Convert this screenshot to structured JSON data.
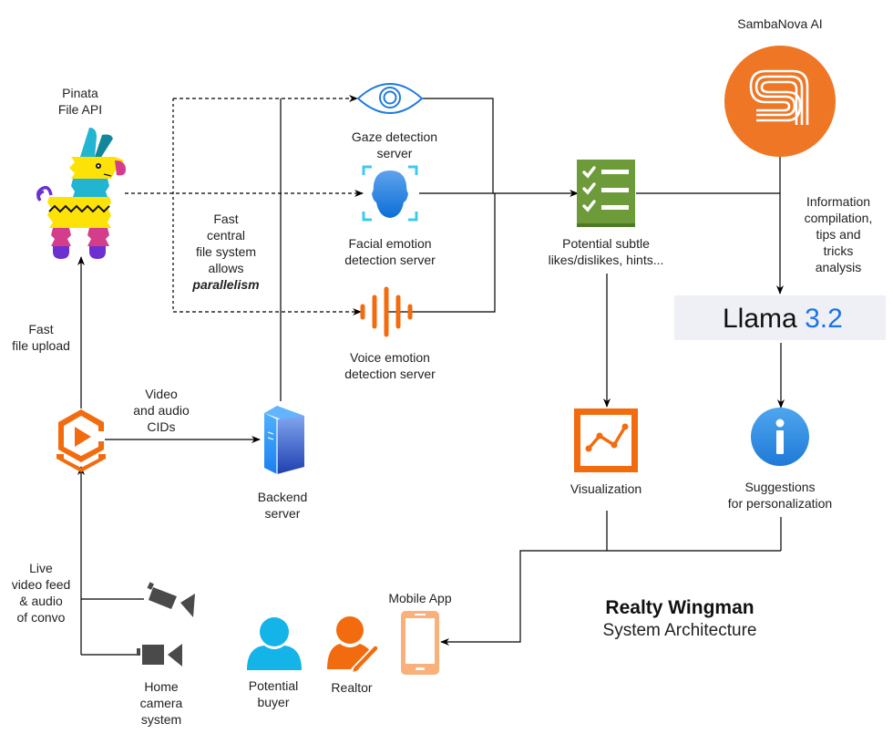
{
  "title": {
    "main": "Realty Wingman",
    "subtitle": "System Architecture"
  },
  "nodes": {
    "pinata": {
      "label": "Pinata\nFile API",
      "icon": "pinata-llama-icon"
    },
    "gaze": {
      "label": "Gaze detection\nserver",
      "icon": "eye-icon"
    },
    "facial": {
      "label": "Facial emotion\ndetection server",
      "icon": "face-scan-icon"
    },
    "voice": {
      "label": "Voice emotion\ndetection server",
      "icon": "sound-wave-icon"
    },
    "checklist": {
      "label": "Potential subtle\nlikes/dislikes, hints...",
      "icon": "checklist-icon"
    },
    "sambanova": {
      "label": "SambaNova AI",
      "icon": "sambanova-logo-icon"
    },
    "llama": {
      "name": "Llama",
      "version": "3.2",
      "icon": "meta-infinity-icon"
    },
    "visualization": {
      "label": "Visualization",
      "icon": "line-chart-icon"
    },
    "suggestions": {
      "label": "Suggestions\nfor personalization",
      "icon": "info-icon"
    },
    "video_hub": {
      "icon": "video-storage-icon"
    },
    "backend": {
      "label": "Backend\nserver",
      "icon": "server-tower-icon"
    },
    "home_camera": {
      "label": "Home\ncamera\nsystem",
      "icon": "security-camera-icon"
    },
    "buyer": {
      "label": "Potential\nbuyer",
      "icon": "user-icon"
    },
    "realtor": {
      "label": "Realtor",
      "icon": "user-edit-icon"
    },
    "mobile": {
      "label": "Mobile App",
      "icon": "smartphone-icon"
    }
  },
  "edge_labels": {
    "parallelism_prefix": "Fast\ncentral\nfile system\nallows",
    "parallelism_emphasis": "parallelism",
    "file_upload": "Fast\nfile upload",
    "cids": "Video\nand audio\nCIDs",
    "live_feed": "Live\nvideo feed\n& audio\nof convo",
    "info_compilation": "Information\ncompilation,\ntips and tricks\nanalysis"
  },
  "colors": {
    "orange": "#f26c0f",
    "sambanova_orange": "#ee7624",
    "green": "#6d9b3a",
    "blue": "#1f7ae0",
    "cyan": "#14b4e8",
    "camera_gray": "#4a4a4a",
    "phone_orange": "#f9b07a",
    "llama_bg": "#eef0f5"
  }
}
